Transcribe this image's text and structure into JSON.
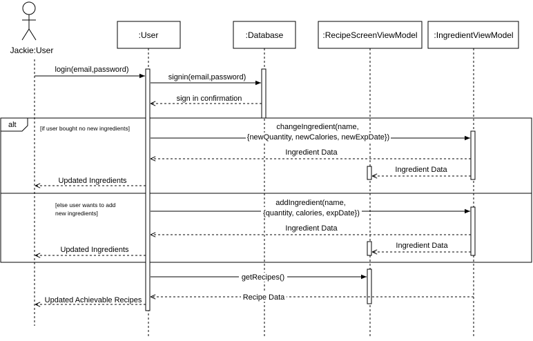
{
  "actor": {
    "name": "Jackie:User"
  },
  "participants": [
    {
      "id": "user",
      "label": ":User"
    },
    {
      "id": "db",
      "label": ":Database"
    },
    {
      "id": "rsvm",
      "label": ":RecipeScreenViewModel"
    },
    {
      "id": "ivm",
      "label": ":IngredientViewModel"
    }
  ],
  "messages": {
    "login": "login(email,password)",
    "signin": "signin(email,password)",
    "signin_confirm": "sign in confirmation",
    "change_ingredient": [
      "changeIngredient(name,",
      "{newQuantity, newCalories, newExpDate})"
    ],
    "ingredient_data_1": "Ingredient Data",
    "ingredient_data_2": "Ingredient Data",
    "updated_ingredients_1": "Updated Ingredients",
    "add_ingredient": [
      "addIngredient(name,",
      "{quantity, calories, expDate})"
    ],
    "ingredient_data_3": "Ingredient Data",
    "ingredient_data_4": "Ingredient Data",
    "updated_ingredients_2": "Updated Ingredients",
    "get_recipes": "getRecipes()",
    "recipe_data": "Recipe Data",
    "updated_recipes": "Updated Achievable Recipes"
  },
  "alt_fragment": {
    "label": "alt",
    "guard_1": "[if user bought no new ingredients]",
    "guard_2": [
      "[else user wants to add",
      "new ingredients]"
    ]
  }
}
